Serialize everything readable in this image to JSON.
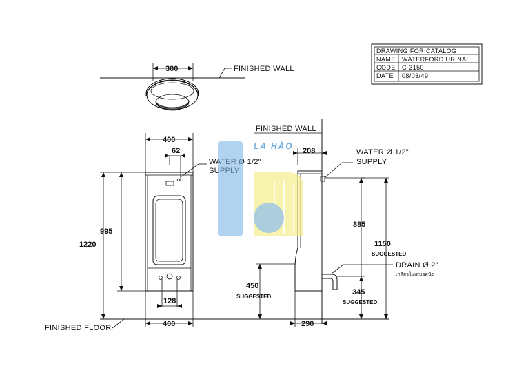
{
  "title_block": {
    "heading": "DRAWING FOR CATALOG",
    "rows": [
      {
        "label": "NAME",
        "value": "WATERFORD URINAL"
      },
      {
        "label": "CODE",
        "value": "C-3150"
      },
      {
        "label": "DATE",
        "value": "08/03/49"
      }
    ]
  },
  "top_view": {
    "dim_width": "300",
    "wall_label": "FINISHED WALL"
  },
  "front_view": {
    "dim_width_top": "400",
    "dim_supply_offset": "62",
    "water_label_line1": "WATER Ø 1/2\"",
    "water_label_line2": "SUPPLY",
    "dim_height_total": "1220",
    "dim_height_body": "995",
    "dim_bottom_inner": "128",
    "dim_width_bottom": "400",
    "floor_label": "FINISHED FLOOR"
  },
  "side_view": {
    "wall_label": "FINISHED WALL",
    "dim_depth_top": "208",
    "water_label_line1": "WATER Ø 1/2\"",
    "water_label_line2": "SUPPLY",
    "dim_885": "885",
    "dim_1150": "1150",
    "suggested_1": "SUGGESTED",
    "dim_450": "450",
    "suggested_2": "SUGGESTED",
    "drain_label": "DRAIN Ø 2\"",
    "drain_note_thai": "เกลียวในเสมอผนัง",
    "dim_345": "345",
    "suggested_3": "SUGGESTED",
    "dim_depth_bottom": "290"
  },
  "watermark": {
    "text": "LA HÀO",
    "colors": {
      "blue": "#7fb6e6",
      "yellow": "#f5ec8a"
    }
  }
}
